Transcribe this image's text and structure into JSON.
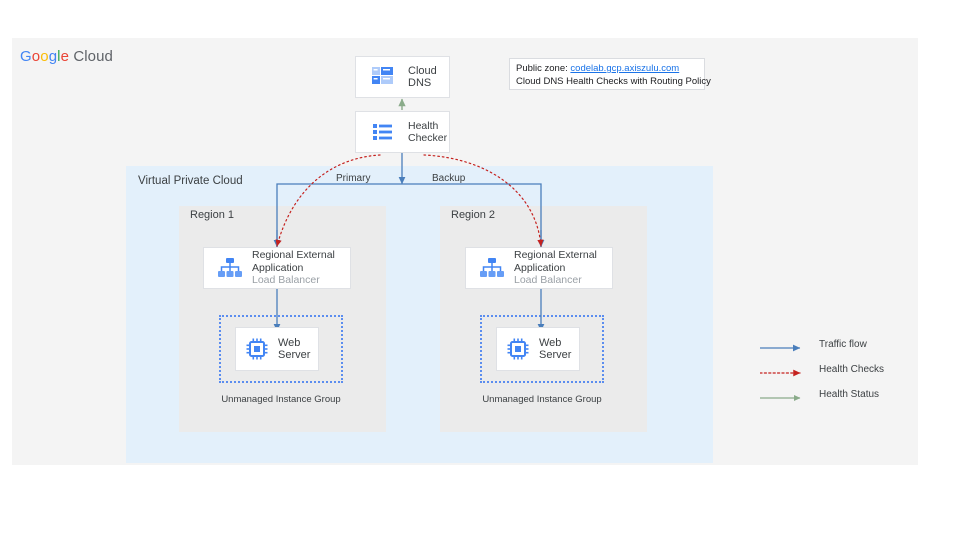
{
  "brand": {
    "name_google": "Google",
    "name_cloud": "Cloud"
  },
  "diagram": {
    "vpc_label": "Virtual Private Cloud",
    "regions": [
      {
        "label": "Region 1",
        "flow_label": "Primary"
      },
      {
        "label": "Region 2",
        "flow_label": "Backup"
      }
    ],
    "nodes": {
      "cloud_dns": {
        "title": "Cloud DNS",
        "icon": "cloud-dns-icon"
      },
      "health_checker": {
        "title_line1": "Health",
        "title_line2": "Checker",
        "icon": "health-checker-list-icon"
      },
      "load_balancer": {
        "title_line1": "Regional External",
        "title_line2": "Application",
        "subtitle": "Load Balancer",
        "icon": "load-balancer-icon"
      },
      "web_server": {
        "title_line1": "Web",
        "title_line2": "Server",
        "icon": "web-server-chip-icon"
      },
      "instance_group": {
        "label": "Unmanaged Instance Group"
      }
    },
    "callout": {
      "line1_prefix": "Public zone:",
      "line1_link": "codelab.gcp.axiszulu.com",
      "line2": "Cloud DNS Health Checks with Routing Policy"
    },
    "legend": [
      {
        "label": "Traffic flow",
        "style": "solid-arrow",
        "color": "#4a7ebb"
      },
      {
        "label": "Health Checks",
        "style": "dotted-arrow",
        "color": "#c5221f"
      },
      {
        "label": "Health Status",
        "style": "solid-arrow",
        "color": "#8aab8a"
      }
    ],
    "colors": {
      "canvas": "#f4f4f4",
      "vpc": "#e3f0fb",
      "region": "#ebebeb",
      "traffic": "#4a7ebb",
      "health_check": "#c5221f",
      "health_status": "#8aab8a",
      "group_border": "#5b8def",
      "link": "#1a73e8"
    }
  }
}
